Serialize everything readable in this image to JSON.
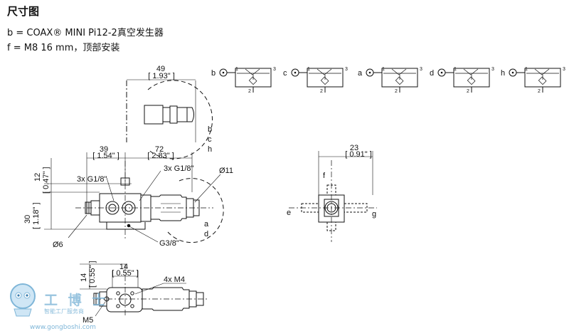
{
  "header": {
    "title": "尺寸图",
    "line1": "b = COAX® MINI Pi12-2真空发生器",
    "line2": "f = M8 16 mm，顶部安装"
  },
  "dims": {
    "d49": "49",
    "d49in": "[ 1.93\" ]",
    "d39": "39",
    "d39in": "[ 1.54\" ]",
    "d72": "72",
    "d72in": "[ 2.83\" ]",
    "d12": "12",
    "d12in": "[ 0.47\" ]",
    "d30": "30",
    "d30in": "[ 1.18\" ]",
    "d23": "23",
    "d23in": "[ 0.91\" ]",
    "d14a": "14",
    "d14ain": "[ 0.55\" ]",
    "d14b": "14",
    "d14bin": "[ 0.55\" ]"
  },
  "callouts": {
    "g18a": "3x G1/8\"",
    "g18b": "3x G1/8\"",
    "dia11": "Ø11",
    "dia6": "Ø6",
    "g38": "G3/8\"",
    "m4": "4x M4",
    "m5": "M5"
  },
  "view_letters": {
    "top": [
      "b",
      "c",
      "h"
    ],
    "side": [
      "a",
      "d"
    ],
    "e": "e",
    "f": "f",
    "g": "g"
  },
  "schematics": [
    {
      "letter": "b"
    },
    {
      "letter": "c"
    },
    {
      "letter": "a"
    },
    {
      "letter": "d"
    },
    {
      "letter": "h"
    }
  ],
  "port_labels": {
    "p1": "1",
    "p2": "2",
    "p3": "3"
  },
  "watermark": {
    "text": "工 博 士",
    "sub": "智能工厂服务商",
    "url": "www.gongboshi.com"
  }
}
